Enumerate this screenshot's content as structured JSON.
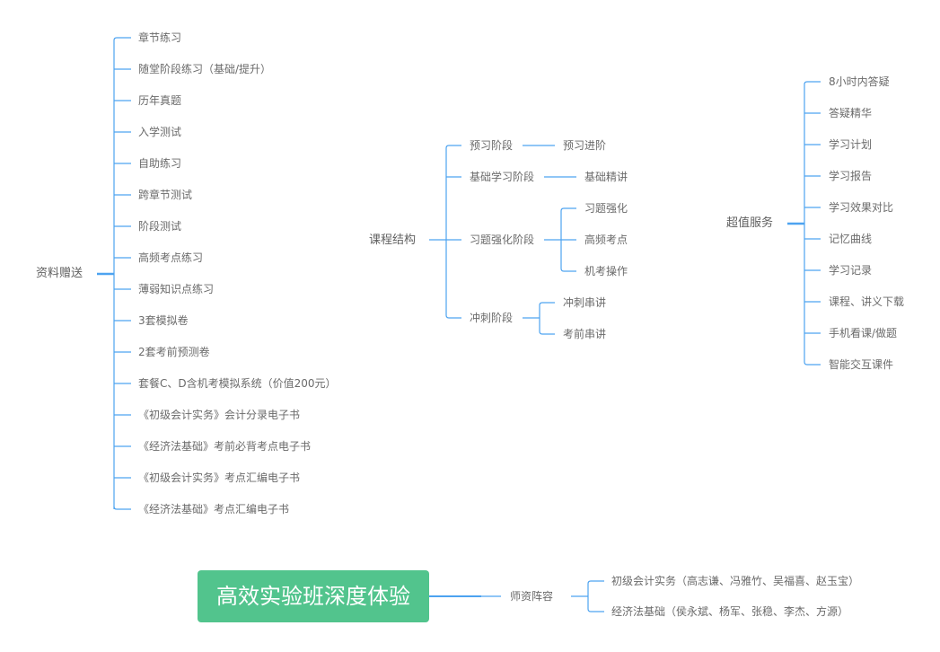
{
  "colors": {
    "connector": "#4da3f0",
    "root_bg": "#52c48d",
    "root_text": "#ffffff",
    "node_text": "#6a6a6a"
  },
  "root": {
    "label": "高效实验班深度体验"
  },
  "branches": {
    "materials": {
      "label": "资料赠送",
      "children": [
        "章节练习",
        "随堂阶段练习（基础/提升）",
        "历年真题",
        "入学测试",
        "自助练习",
        "跨章节测试",
        "阶段测试",
        "高频考点练习",
        "薄弱知识点练习",
        "3套模拟卷",
        "2套考前预测卷",
        "套餐C、D含机考模拟系统（价值200元）",
        "《初级会计实务》会计分录电子书",
        "《经济法基础》考前必背考点电子书",
        "《初级会计实务》考点汇编电子书",
        "《经济法基础》考点汇编电子书"
      ]
    },
    "course": {
      "label": "课程结构",
      "stages": [
        {
          "label": "预习阶段",
          "children": [
            "预习进阶"
          ]
        },
        {
          "label": "基础学习阶段",
          "children": [
            "基础精讲"
          ]
        },
        {
          "label": "习题强化阶段",
          "children": [
            "习题强化",
            "高频考点",
            "机考操作"
          ]
        },
        {
          "label": "冲刺阶段",
          "children": [
            "冲刺串讲",
            "考前串讲"
          ]
        }
      ]
    },
    "services": {
      "label": "超值服务",
      "children": [
        "8小时内答疑",
        "答疑精华",
        "学习计划",
        "学习报告",
        "学习效果对比",
        "记忆曲线",
        "学习记录",
        "课程、讲义下载",
        "手机看课/做题",
        "智能交互课件"
      ]
    },
    "faculty": {
      "label": "师资阵容",
      "children": [
        "初级会计实务（高志谦、冯雅竹、吴福喜、赵玉宝）",
        "经济法基础（侯永斌、杨军、张稳、李杰、方源）"
      ]
    }
  }
}
